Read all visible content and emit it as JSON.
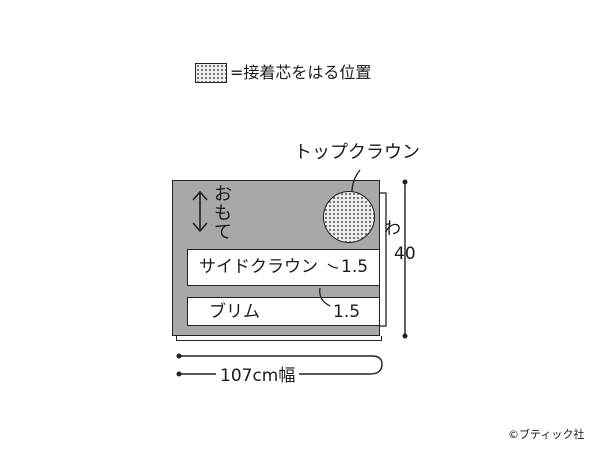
{
  "legend": {
    "text": "=接着芯をはる位置"
  },
  "labels": {
    "top_crown": "トップクラウン",
    "side_crown": "サイドクラウン",
    "side_crown_value": "1.5",
    "brim": "ブリム",
    "brim_value": "1.5",
    "fold": "わ",
    "height": "40",
    "width": "107cm幅",
    "face": "おもて"
  },
  "credit": "©ブティック社"
}
